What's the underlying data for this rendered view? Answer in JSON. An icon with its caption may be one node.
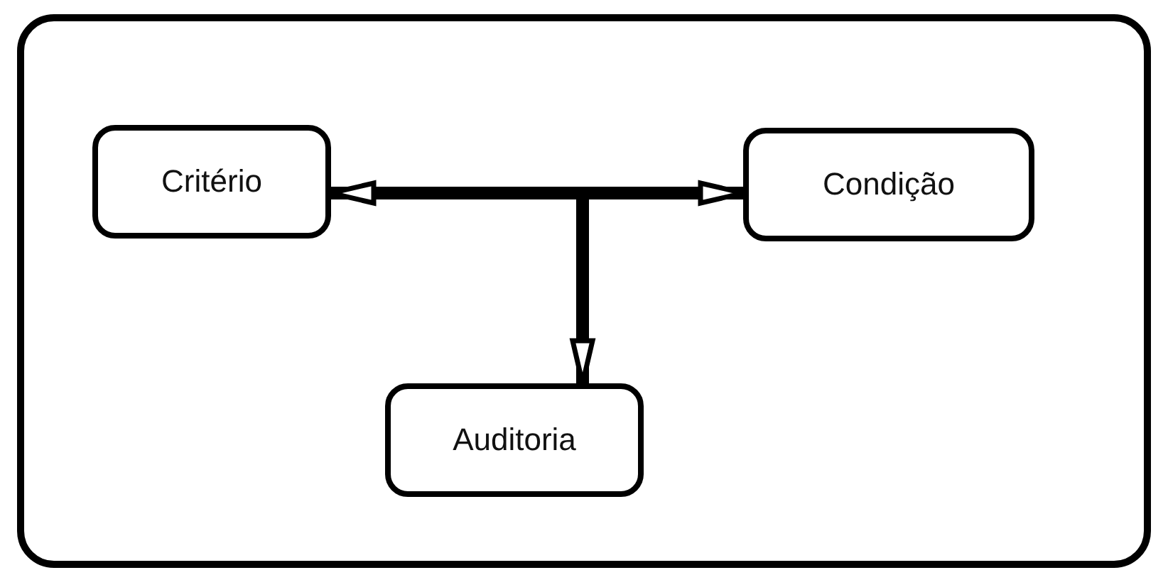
{
  "diagram": {
    "nodes": [
      {
        "text": [],
        "shape": "box"
      },
      {
        "text": [
          "Critério"
        ],
        "in": 0
      },
      {
        "text": [
          "Condição"
        ],
        "in": 0
      },
      {
        "text": [
          "Auditoria"
        ],
        "in": 0
      }
    ],
    "edges": [
      {
        "from": 1,
        "to": 2,
        "arrow": "both"
      },
      {
        "from": null,
        "to": 3,
        "arrow": "to"
      }
    ]
  }
}
